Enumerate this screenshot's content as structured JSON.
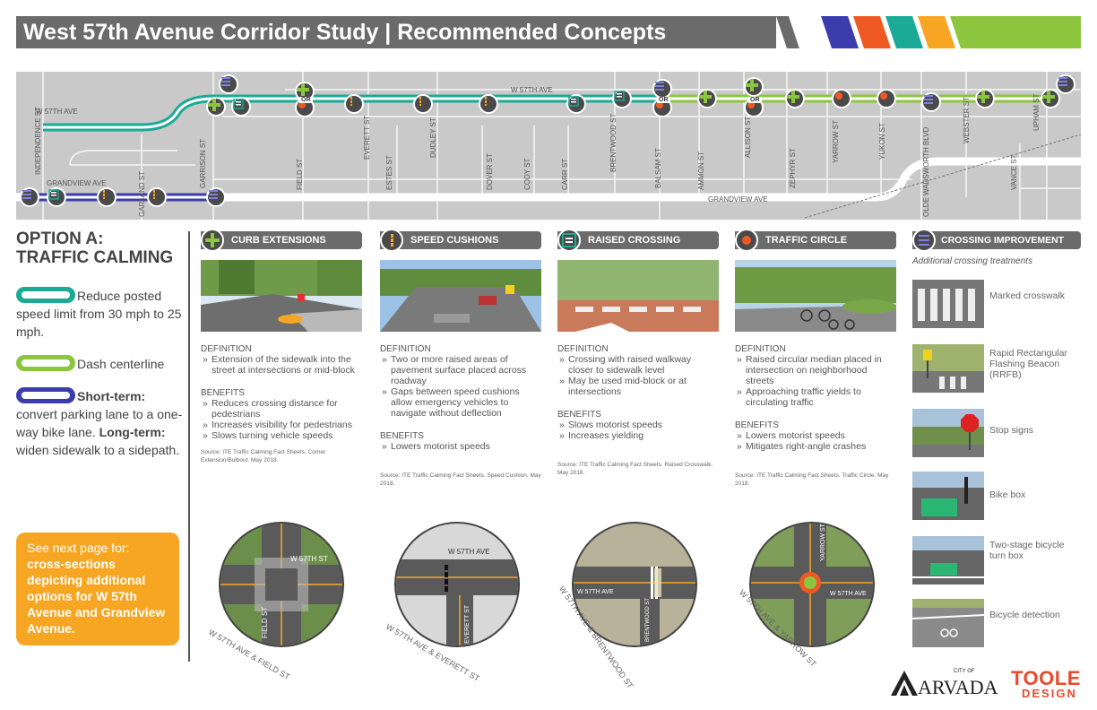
{
  "header": {
    "title": "West 57th Avenue Corridor Study | Recommended Concepts",
    "stripe_colors": [
      "#3b3dac",
      "#ef5a24",
      "#1aaa96",
      "#f6a623",
      "#8cc63f"
    ]
  },
  "map": {
    "streets_horizontal": [
      "W 57TH AVE",
      "W 57TH AVE",
      "GRANDVIEW AVE",
      "GRANDVIEW AVE"
    ],
    "streets_vertical": [
      "INDEPENDENCE ST",
      "GARLAND ST",
      "GARRISON ST",
      "FIELD ST",
      "EVERETT ST",
      "ESTES ST",
      "DUDLEY ST",
      "DOVER ST",
      "CODY ST",
      "CARR ST",
      "BRENTWOOD ST",
      "BALSAM ST",
      "AMMON ST",
      "ALLISON ST",
      "ZEPHYR ST",
      "YARROW ST",
      "YUKON ST",
      "OLDE WADSWORTH BLVD",
      "WEBSTER ST",
      "VANCE ST",
      "UPHAM ST"
    ],
    "or_label": "OR"
  },
  "left": {
    "option_title_line1": "OPTION A:",
    "option_title_line2": "TRAFFIC CALMING",
    "legend": [
      {
        "color": "#1aaa96",
        "text": "Reduce posted speed limit from 30 mph to 25 mph."
      },
      {
        "color": "#8cc63f",
        "text": "Dash centerline"
      }
    ],
    "short_term_label": "Short-term:",
    "short_term_text": "convert parking lane to a one-way bike lane.",
    "long_term_label": "Long-term:",
    "long_term_text": "widen sidewalk to a sidepath.",
    "next_page_line": "See next page for:",
    "next_page_bold": "cross-sections depicting additional options for W 57th Avenue and Grandview Avenue."
  },
  "columns": [
    {
      "title": "CURB EXTENSIONS",
      "icon": "plus-icon",
      "definition_label": "DEFINITION",
      "definition": [
        "Extension of the sidewalk into the street at intersections or mid-block"
      ],
      "benefits_label": "BENEFITS",
      "benefits": [
        "Reduces crossing distance for pedestrians",
        "Increases visibility for pedestrians",
        "Slows turning vehicle speeds"
      ],
      "source": "Source: ITE Traffic Calming Fact Sheets. Corner Extension/Bulbout. May 2018.",
      "circle_caption": "W 57TH AVE & FIELD ST",
      "circle_street_a": "W 57TH ST",
      "circle_street_b": "FIELD ST"
    },
    {
      "title": "SPEED CUSHIONS",
      "icon": "speed-cushion-icon",
      "definition_label": "DEFINITION",
      "definition": [
        "Two or more raised areas of pavement surface placed across roadway",
        "Gaps between speed cushions allow emergency vehicles to navigate without deflection"
      ],
      "benefits_label": "BENEFITS",
      "benefits": [
        "Lowers motorist speeds"
      ],
      "source": "Source: ITE Traffic Calming Fact Sheets. Speed Cushion. May 2018.",
      "circle_caption": "W 57TH AVE & EVERETT ST",
      "circle_street_a": "W 57TH AVE",
      "circle_street_b": "EVERETT ST"
    },
    {
      "title": "RAISED CROSSING",
      "icon": "raised-crossing-icon",
      "definition_label": "DEFINITION",
      "definition": [
        "Crossing with raised walkway closer to sidewalk level",
        "May be used mid-block or at intersections"
      ],
      "benefits_label": "BENEFITS",
      "benefits": [
        "Slows motorist speeds",
        "Increases yielding"
      ],
      "source": "Source: ITE Traffic Calming Fact Sheets. Raised Crosswalk. May 2018.",
      "circle_caption": "W 57TH AVE & BRENTWOOD ST",
      "circle_street_a": "W 57TH AVE",
      "circle_street_b": "BRENTWOOD ST"
    },
    {
      "title": "TRAFFIC CIRCLE",
      "icon": "traffic-circle-icon",
      "definition_label": "DEFINITION",
      "definition": [
        "Raised circular median placed in intersection on neighborhood streets",
        "Approaching traffic yields to circulating traffic"
      ],
      "benefits_label": "BENEFITS",
      "benefits": [
        "Lowers motorist speeds",
        "Mitigates right-angle crashes"
      ],
      "source": "Source: ITE Traffic Calming Fact Sheets. Traffic Circle. May 2018.",
      "circle_caption": "W 57TH AVE & YARROW ST",
      "circle_street_a": "W 57TH AVE",
      "circle_street_b": "YARROW ST"
    }
  ],
  "crossing": {
    "title": "CROSSING IMPROVEMENT",
    "subtitle": "Additional crossing treatments",
    "items": [
      "Marked crosswalk",
      "Rapid Rectangular Flashing Beacon (RRFB)",
      "Stop signs",
      "Bike box",
      "Two-stage bicycle turn box",
      "Bicycle detection"
    ]
  },
  "logos": {
    "arvada_city": "CITY OF",
    "arvada": "ARVADA",
    "toole": "TOOLE",
    "design": "DESIGN"
  }
}
